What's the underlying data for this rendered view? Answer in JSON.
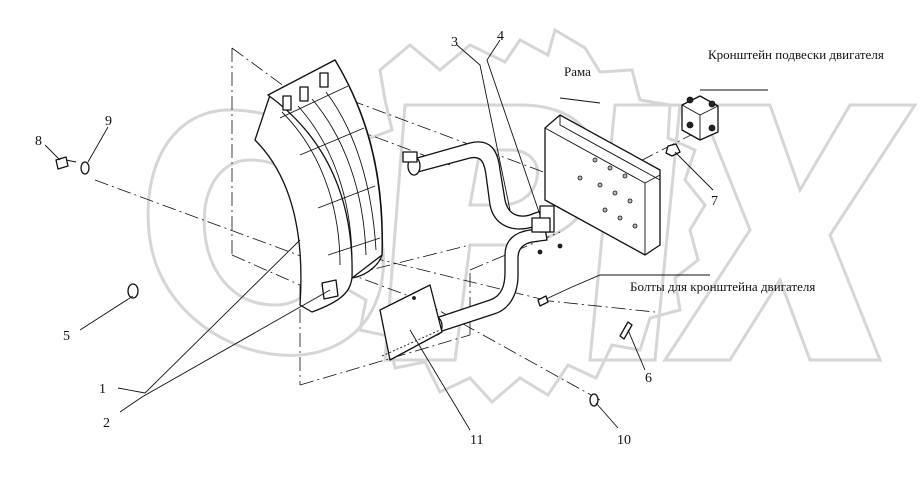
{
  "diagram": {
    "callouts": [
      {
        "id": "c1",
        "text": "1"
      },
      {
        "id": "c2",
        "text": "2"
      },
      {
        "id": "c3",
        "text": "3"
      },
      {
        "id": "c4",
        "text": "4"
      },
      {
        "id": "c5",
        "text": "5"
      },
      {
        "id": "c6",
        "text": "6"
      },
      {
        "id": "c7",
        "text": "7"
      },
      {
        "id": "c8",
        "text": "8"
      },
      {
        "id": "c9",
        "text": "9"
      },
      {
        "id": "c10",
        "text": "10"
      },
      {
        "id": "c11",
        "text": "11"
      }
    ],
    "captions": {
      "frame": "Рама",
      "engine_bracket": "Кронштейн подвески двигателя",
      "engine_bracket_bolts": "Болты для кронштейна двигателя"
    },
    "colors": {
      "line": "#111111",
      "watermark": "#d6d6d6",
      "background": "#ffffff"
    }
  }
}
